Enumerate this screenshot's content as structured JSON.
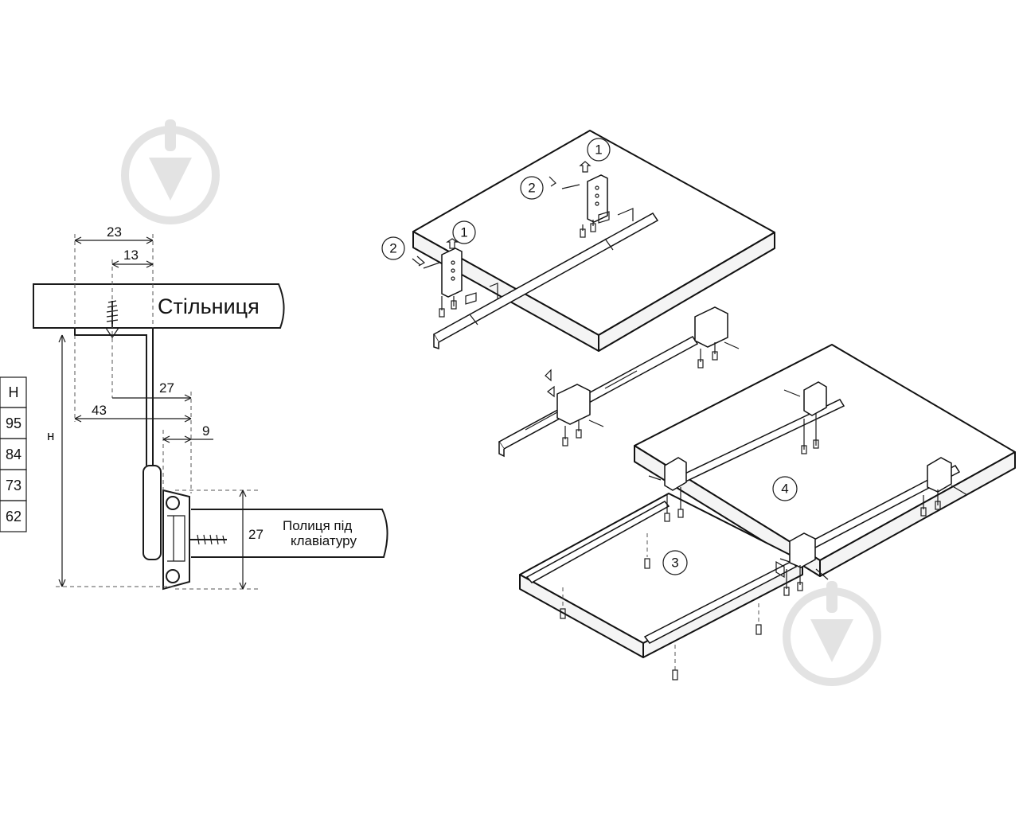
{
  "left_diagram": {
    "worktop_label": "Стільниця",
    "shelf_label_line1": "Полиця під",
    "shelf_label_line2": "клавіатуру",
    "height_symbol": "н",
    "dimensions": {
      "d23": "23",
      "d13": "13",
      "d27_top": "27",
      "d43": "43",
      "d9": "9",
      "d27_right": "27"
    }
  },
  "height_table": {
    "header": "H",
    "rows": [
      "95",
      "84",
      "73",
      "62"
    ]
  },
  "step_markers": {
    "m1a": "1",
    "m2a": "2",
    "m1b": "1",
    "m2b": "2",
    "m4": "4",
    "m3": "3"
  },
  "watermark_icon": "download-arrow-circle-icon"
}
